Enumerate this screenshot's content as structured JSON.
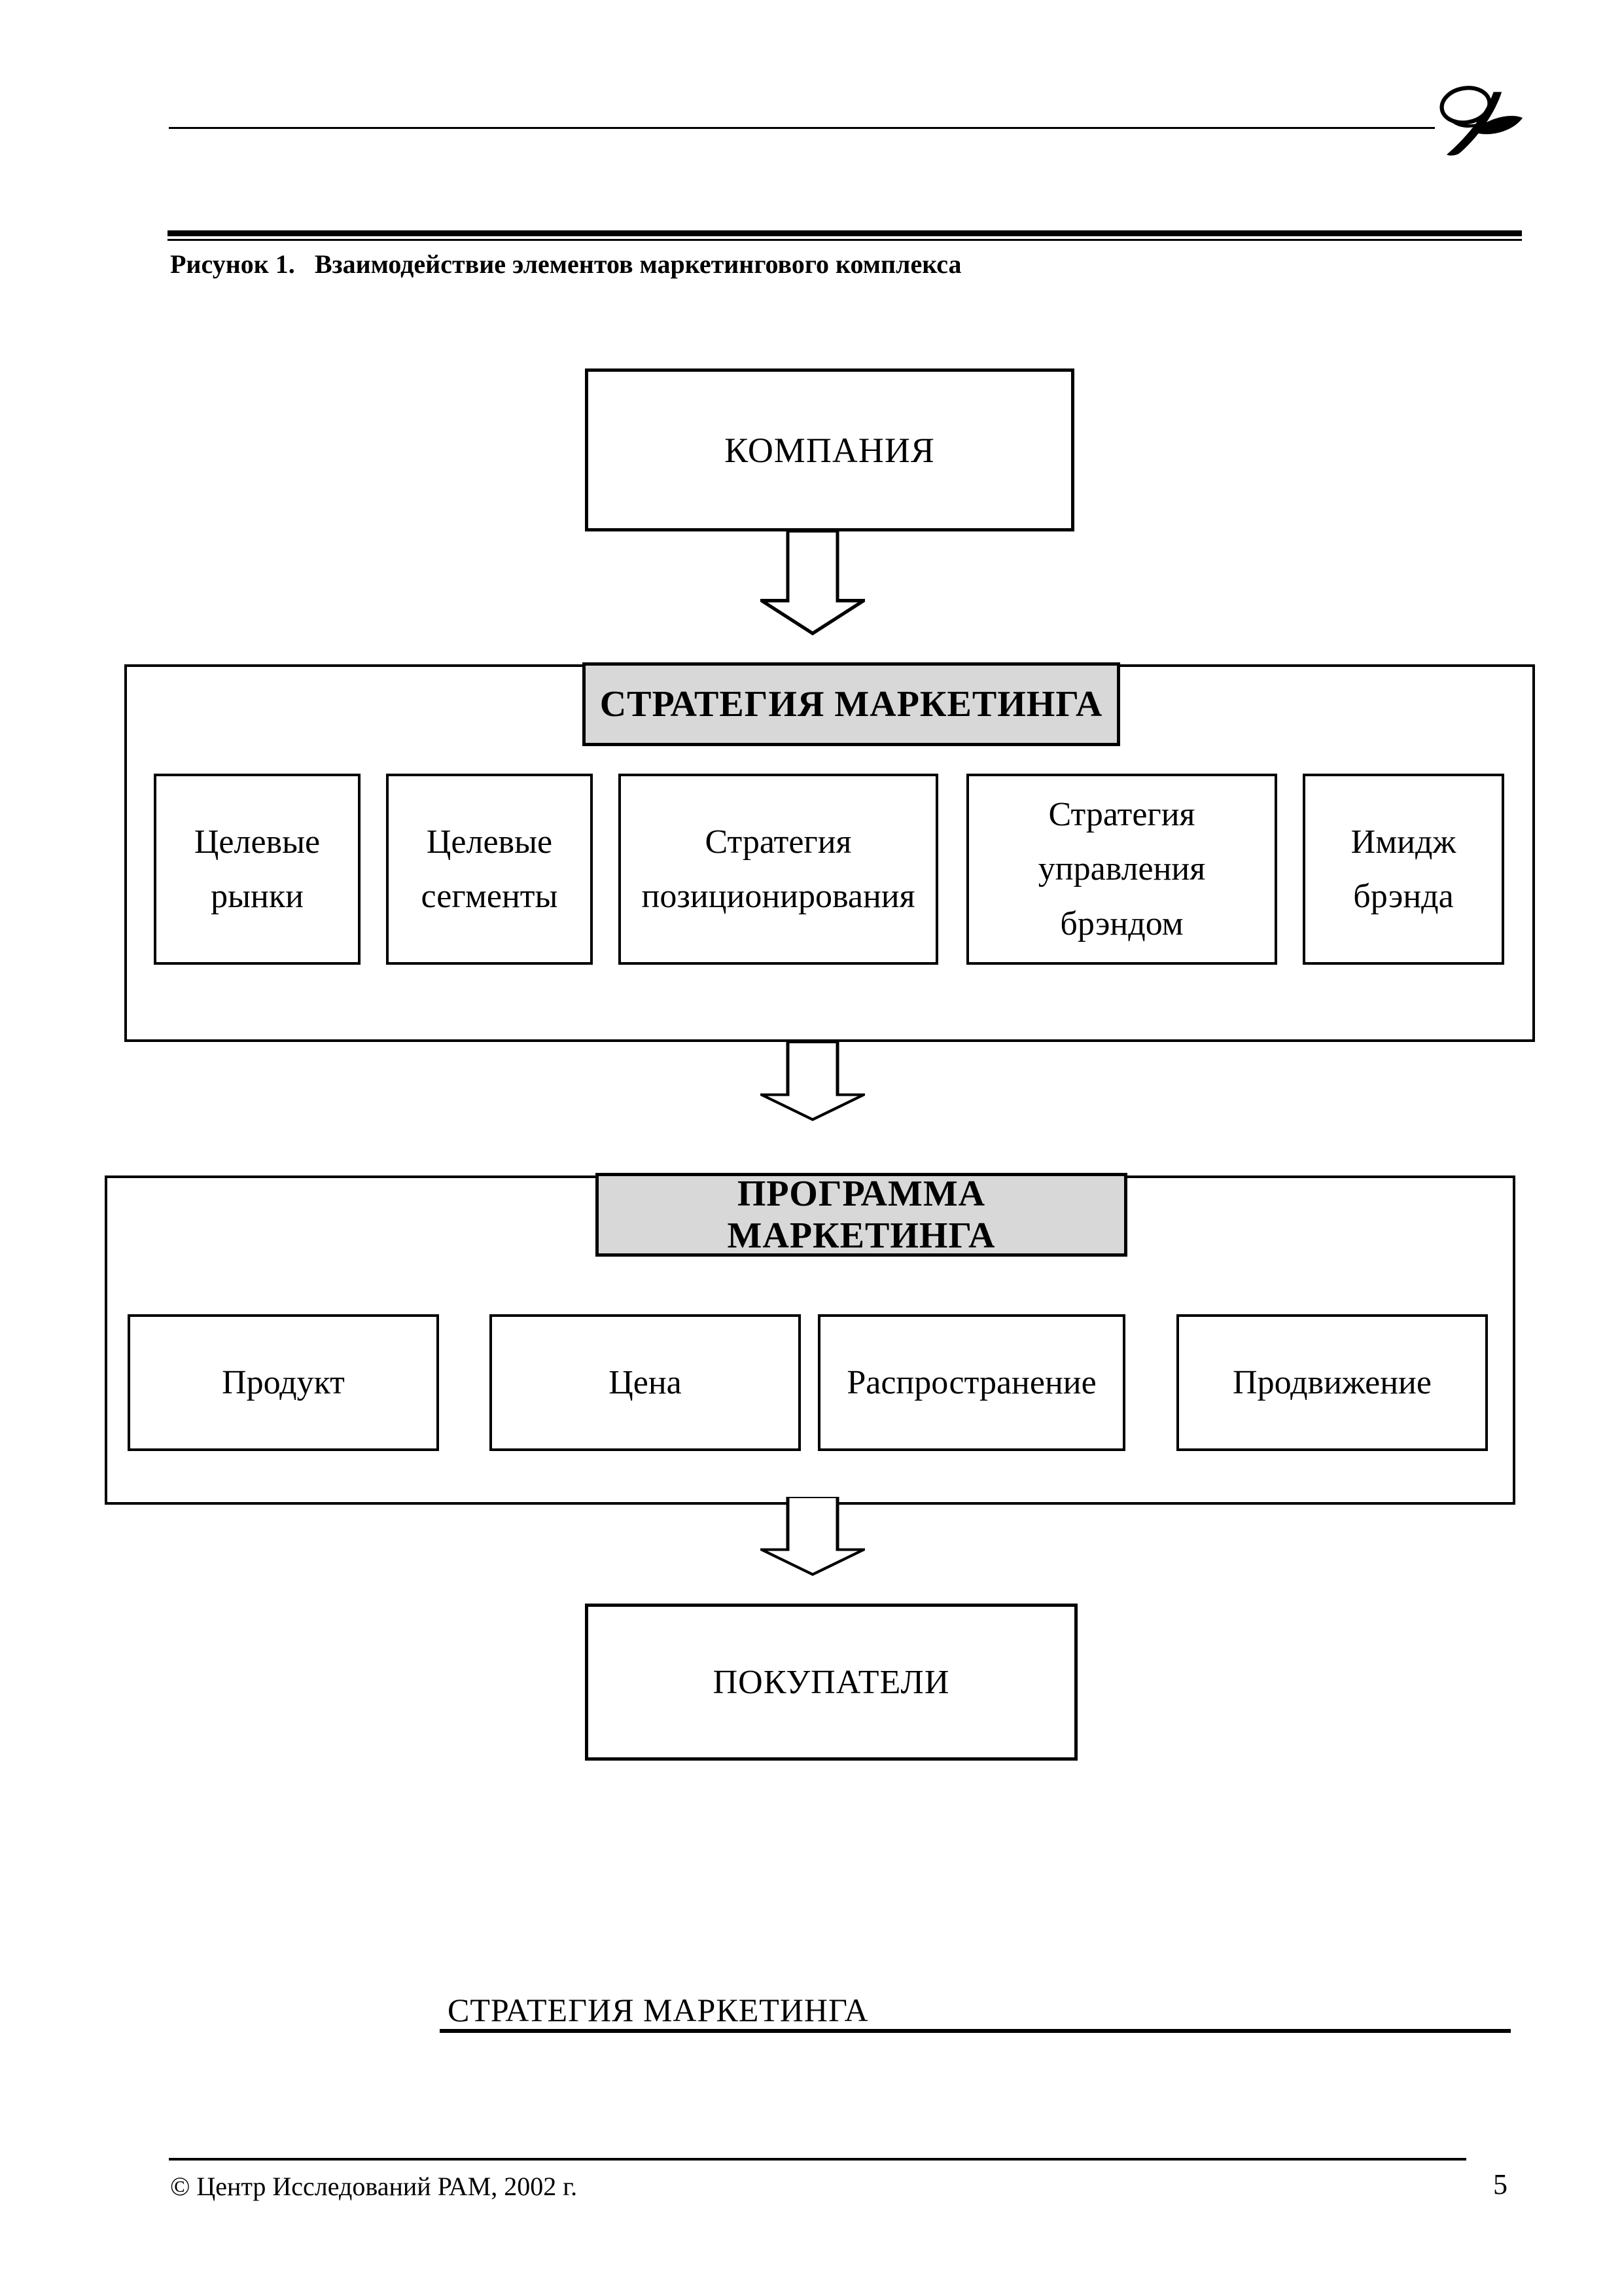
{
  "header": {
    "logo_icon": "calligraphic-flourish"
  },
  "figure": {
    "caption_label": "Рисунок 1.",
    "caption_text": "Взаимодействие элементов маркетингового комплекса"
  },
  "diagram": {
    "company": "КОМПАНИЯ",
    "strategy": {
      "header": "СТРАТЕГИЯ МАРКЕТИНГА",
      "boxes": [
        "Целевые рынки",
        "Целевые сегменты",
        "Стратегия позиционирования",
        "Стратегия управления брэндом",
        "Имидж брэнда"
      ]
    },
    "program": {
      "header": "ПРОГРАММА МАРКЕТИНГА",
      "boxes": [
        "Продукт",
        "Цена",
        "Распространение",
        "Продвижение"
      ]
    },
    "buyers": "ПОКУПАТЕЛИ"
  },
  "section_heading": "СТРАТЕГИЯ МАРКЕТИНГА",
  "footer": {
    "copyright": "© Центр Исследований РАМ, 2002 г.",
    "page_number": "5"
  },
  "colors": {
    "header_bg": "#d8d8d8",
    "ink": "#000000"
  }
}
